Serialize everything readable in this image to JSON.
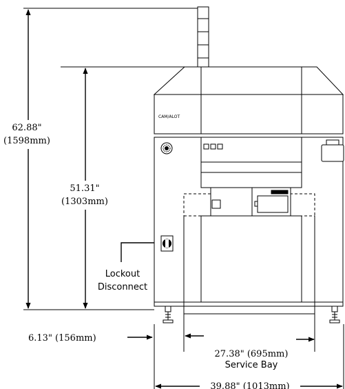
{
  "brand": "CAM/ALOT",
  "dimensions": {
    "overall_height": {
      "imperial": "62.88\"",
      "metric": "(1598mm)"
    },
    "body_height": {
      "imperial": "51.31\"",
      "metric": "(1303mm)"
    },
    "leg_offset": "6.13\" (156mm)",
    "service_bay": {
      "value": "27.38\" (695mm)",
      "label": "Service Bay"
    },
    "overall_width": "39.88\" (1013mm)"
  },
  "callouts": {
    "lockout_line1": "Lockout",
    "lockout_line2": "Disconnect"
  }
}
